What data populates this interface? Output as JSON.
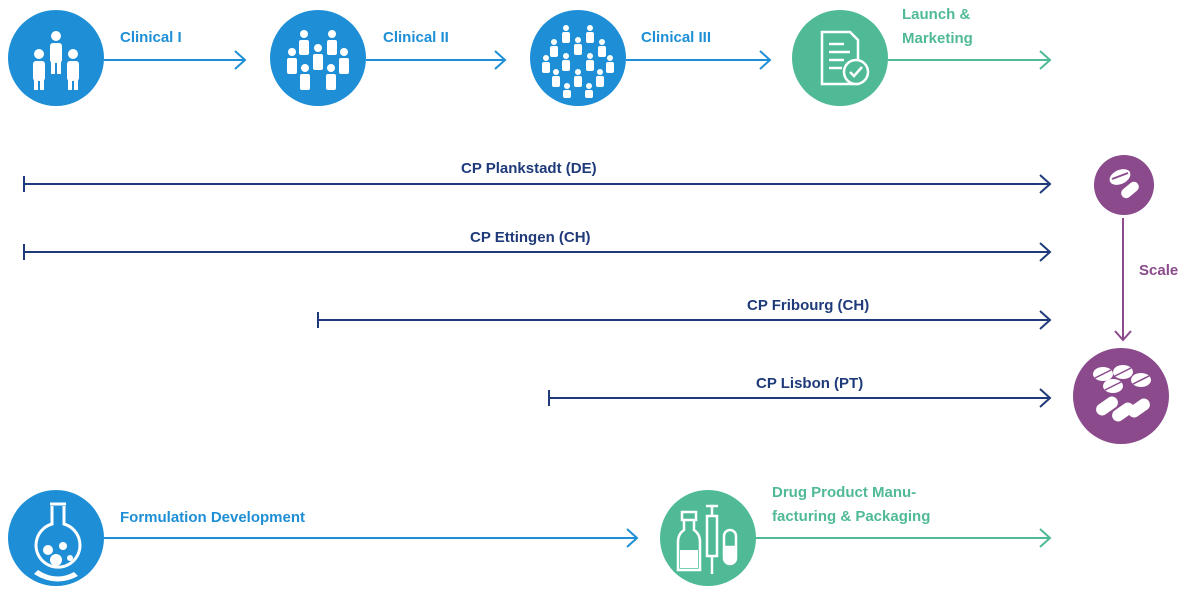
{
  "phases": [
    {
      "label": "Clinical I",
      "icon": "people-small-group-icon",
      "color": "#1e8fd6"
    },
    {
      "label": "Clinical II",
      "icon": "people-medium-group-icon",
      "color": "#1e8fd6"
    },
    {
      "label": "Clinical III",
      "icon": "people-large-group-icon",
      "color": "#1e8fd6"
    },
    {
      "label_line1": "Launch &",
      "label_line2": "Marketing",
      "icon": "document-check-icon",
      "color": "#4fba95"
    }
  ],
  "sites": [
    {
      "label": "CP Plankstadt (DE)"
    },
    {
      "label": "CP Ettingen (CH)"
    },
    {
      "label": "CP Fribourg (CH)"
    },
    {
      "label": "CP Lisbon (PT)"
    }
  ],
  "scale": {
    "label": "Scale",
    "top_icon": "single-pill-icon",
    "bottom_icon": "many-pills-icon",
    "color": "#8a4a8c"
  },
  "formulation": {
    "label": "Formulation Development",
    "icon": "flask-icon",
    "color": "#1e8fd6"
  },
  "drug_product": {
    "label_line1": "Drug Product Manu-",
    "label_line2": "facturing & Packaging",
    "icon": "vials-syringe-icon",
    "color": "#4fba95"
  },
  "colors": {
    "blue": "#1e8fd6",
    "green": "#4fba95",
    "navy": "#1f3a7a",
    "purple": "#8a4a8c"
  }
}
